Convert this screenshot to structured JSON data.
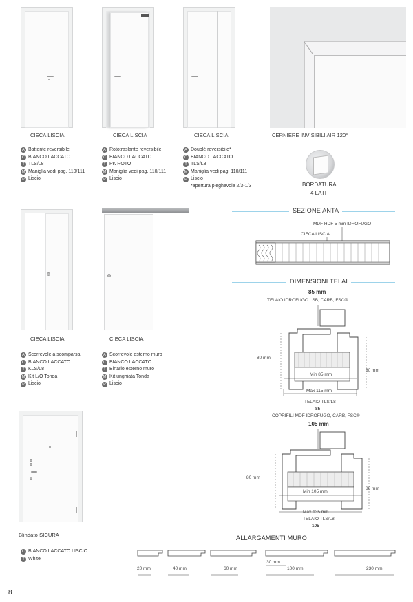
{
  "doors": [
    {
      "caption": "CIECA LISCIA",
      "specs": [
        {
          "badge": "A",
          "text": "Battente reversibile"
        },
        {
          "badge": "C",
          "text": "BIANCO LACCATO"
        },
        {
          "badge": "T",
          "text": "TLS/L8"
        },
        {
          "badge": "M",
          "text": "Maniglia vedi pag. 110/111"
        },
        {
          "badge": "P",
          "text": "Liscio"
        }
      ]
    },
    {
      "caption": "CIECA LISCIA",
      "specs": [
        {
          "badge": "A",
          "text": "Rototraslante reversibile"
        },
        {
          "badge": "C",
          "text": "BIANCO LACCATO"
        },
        {
          "badge": "T",
          "text": "PK ROTO"
        },
        {
          "badge": "M",
          "text": "Maniglia vedi pag. 110/111"
        },
        {
          "badge": "P",
          "text": "Liscio"
        }
      ]
    },
    {
      "caption": "CIECA LISCIA",
      "specs": [
        {
          "badge": "A",
          "text": "Doublè reversibile*"
        },
        {
          "badge": "C",
          "text": "BIANCO LACCATO"
        },
        {
          "badge": "T",
          "text": "TLS/L8"
        },
        {
          "badge": "M",
          "text": "Maniglia vedi pag. 110/111"
        },
        {
          "badge": "P",
          "text": "Liscio"
        }
      ],
      "note": "*apertura pieghevole 2/3-1/3"
    },
    {
      "caption": "CIECA LISCIA",
      "specs": [
        {
          "badge": "A",
          "text": "Scorrevole a scomparsa"
        },
        {
          "badge": "C",
          "text": "BIANCO LACCATO"
        },
        {
          "badge": "T",
          "text": "KLS/L8"
        },
        {
          "badge": "M",
          "text": "Kit L/O Tonda"
        },
        {
          "badge": "P",
          "text": "Liscio"
        }
      ]
    },
    {
      "caption": "CIECA LISCIA",
      "specs": [
        {
          "badge": "A",
          "text": "Scorrevole esterno muro"
        },
        {
          "badge": "C",
          "text": "BIANCO LACCATO"
        },
        {
          "badge": "T",
          "text": "Binario esterno muro"
        },
        {
          "badge": "M",
          "text": "Kit unghiata Tonda"
        },
        {
          "badge": "P",
          "text": "Liscio"
        }
      ]
    },
    {
      "caption": "Blindato SICURA",
      "specs": [
        {
          "badge": "C",
          "text": "BIANCO LACCATO LISCIO"
        },
        {
          "badge": "T",
          "text": "White"
        }
      ]
    }
  ],
  "hinge": {
    "caption": "CERNIERE INVISIBILI AIR 120°"
  },
  "edging": {
    "line1": "BORDATURA",
    "line2": "4 LATI"
  },
  "sezione": {
    "title": "SEZIONE ANTA",
    "label_top": "MDF HDF 5 mm IDROFUGO",
    "label_inner": "CIECA LISCIA"
  },
  "telai": {
    "title": "DIMENSIONI TELAI",
    "a": {
      "size": "85 mm",
      "frame_label": "TELAIO IDROFUGO LSB, CARB, FSC®",
      "left_h": "80 mm",
      "right_h": "80 mm",
      "min": "Min 85 mm",
      "max": "Max 115 mm",
      "telaio": "TELAIO TLS/L8",
      "code": "85"
    },
    "coprifili": "COPRIFILI MDF IDROFUGO, CARB, FSC®",
    "b": {
      "size": "105 mm",
      "left_h": "80 mm",
      "right_h": "80 mm",
      "min": "Min 105 mm",
      "max": "Max 135 mm",
      "telaio": "TELAIO TLS/L8",
      "code": "105"
    }
  },
  "allargamenti": {
    "title": "ALLARGAMENTI MURO",
    "items": [
      "20 mm",
      "40 mm",
      "60 mm",
      "30 mm",
      "100 mm",
      "230 mm"
    ]
  },
  "page_number": "8"
}
